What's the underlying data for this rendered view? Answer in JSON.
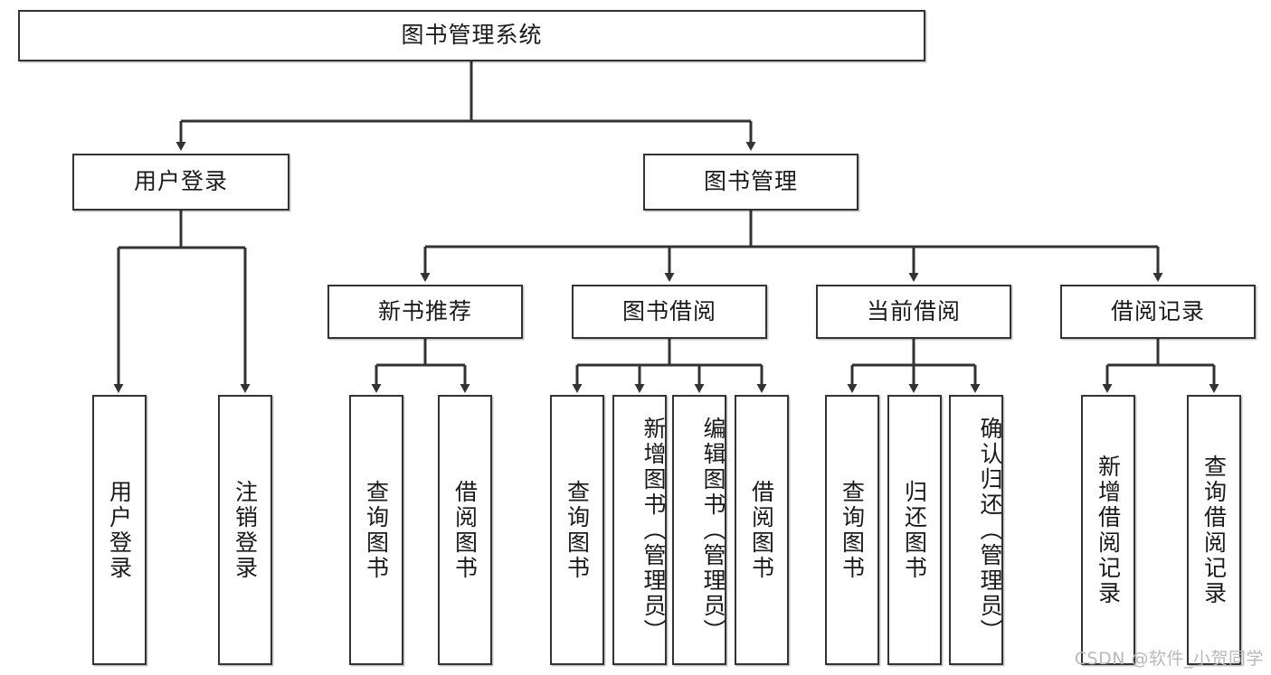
{
  "diagram": {
    "title_node": {
      "label": "图书管理系统"
    },
    "level2": [
      {
        "id": "user-login",
        "label": "用户登录"
      },
      {
        "id": "book-management",
        "label": "图书管理"
      }
    ],
    "level3": [
      {
        "id": "new-book-recommend",
        "label": "新书推荐"
      },
      {
        "id": "book-borrow",
        "label": "图书借阅"
      },
      {
        "id": "current-borrow",
        "label": "当前借阅"
      },
      {
        "id": "borrow-record",
        "label": "借阅记录"
      }
    ],
    "leaves": {
      "user_login": [
        {
          "id": "leaf-user-login",
          "label": "用户登录"
        },
        {
          "id": "leaf-logout-login",
          "label": "注销登录"
        }
      ],
      "new_book_recommend": [
        {
          "id": "leaf-query-book-1",
          "label": "查询图书"
        },
        {
          "id": "leaf-borrow-book-1",
          "label": "借阅图书"
        }
      ],
      "book_borrow": [
        {
          "id": "leaf-query-book-2",
          "label": "查询图书"
        },
        {
          "id": "leaf-add-book-admin",
          "label": "新增图书（管理员）"
        },
        {
          "id": "leaf-edit-book-admin",
          "label": "编辑图书（管理员）"
        },
        {
          "id": "leaf-borrow-book-2",
          "label": "借阅图书"
        }
      ],
      "current_borrow": [
        {
          "id": "leaf-query-book-3",
          "label": "查询图书"
        },
        {
          "id": "leaf-return-book",
          "label": "归还图书"
        },
        {
          "id": "leaf-confirm-return-admin",
          "label": "确认归还（管理员）"
        }
      ],
      "borrow_record": [
        {
          "id": "leaf-add-borrow-record",
          "label": "新增借阅记录"
        },
        {
          "id": "leaf-query-borrow-record",
          "label": "查询借阅记录"
        }
      ]
    },
    "watermark": "CSDN @软件_小贺同学",
    "colors": {
      "stroke": "#333333",
      "fill": "#ffffff",
      "text": "#1a1a1a",
      "watermark": "#b9b9b9"
    }
  }
}
